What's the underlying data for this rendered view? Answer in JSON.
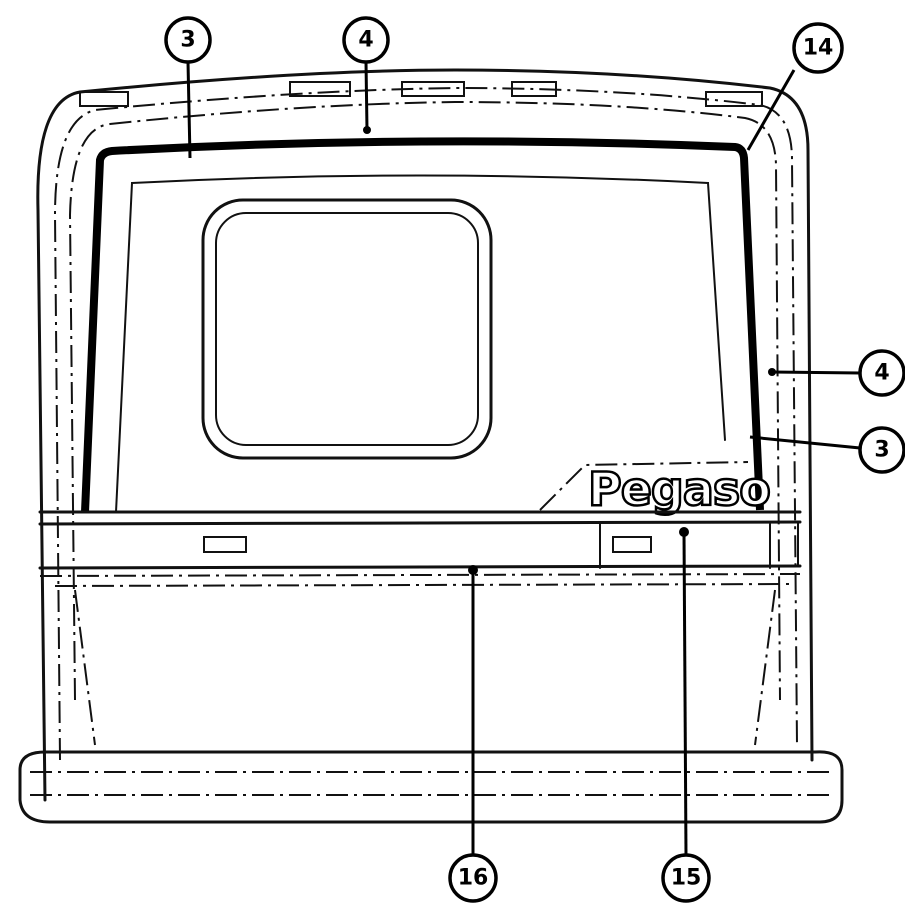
{
  "callouts": {
    "c3_top": "3",
    "c4_top": "4",
    "c14": "14",
    "c4_right": "4",
    "c3_right": "3",
    "c16": "16",
    "c15": "15"
  },
  "brand": "Pegaso"
}
